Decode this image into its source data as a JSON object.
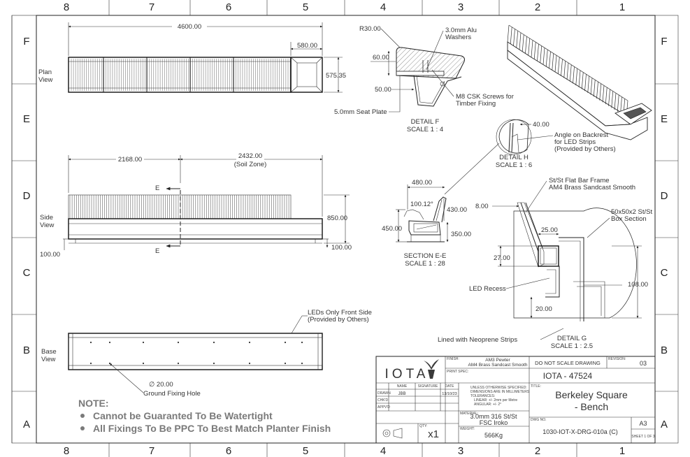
{
  "zones": {
    "columns": [
      "8",
      "7",
      "6",
      "5",
      "4",
      "3",
      "2",
      "1"
    ],
    "rows": [
      "F",
      "E",
      "D",
      "C",
      "B",
      "A"
    ]
  },
  "views": {
    "plan": "Plan\nView",
    "side": "Side\nView",
    "base": "Base\nView"
  },
  "plan_dims": {
    "overall": "4600.00",
    "planter_w": "580.00",
    "depth": "575.35"
  },
  "side_dims": {
    "left": "2168.00",
    "right": "2432.00",
    "right_note": "(Soil Zone)",
    "height": "850.00",
    "base_h": "100.00",
    "base_h_left": "100.00",
    "section_mark": "E"
  },
  "base_notes": {
    "leds": "LEDs Only Front Side",
    "leds_note": "(Provided by Others)",
    "hole_dim": "∅ 20.00",
    "hole_label": "Ground Fixing Hole"
  },
  "detail_f": {
    "radius": "R30.00",
    "washers": "3.0mm Alu",
    "washers2": "Washers",
    "d60": "60.00",
    "d50": "50.00",
    "screws": "M8 CSK Screws for",
    "screws2": "Timber Fixing",
    "plate": "5.0mm Seat Plate",
    "title": "DETAIL F",
    "scale": "SCALE 1 : 4"
  },
  "detail_h": {
    "d40": "40.00",
    "angle1": "Angle on Backrest",
    "angle2": "for LED Strips",
    "angle3": "(Provided by Others)",
    "title": "DETAIL H",
    "scale": "SCALE 1 : 6"
  },
  "section_ee": {
    "d480": "480.00",
    "angle": "100.12°",
    "d430": "430.00",
    "d450": "450.00",
    "d350": "350.00",
    "title": "SECTION E-E",
    "scale": "SCALE 1 : 28"
  },
  "detail_g": {
    "frame1": "St/St Flat Bar Frame",
    "frame2": "AM4 Brass Sandcast Smooth",
    "d8": "8.00",
    "box1": "50x50x2 St/St",
    "box2": "Box Section",
    "d25": "25.00",
    "d27": "27.00",
    "d108": "108.00",
    "d20": "20.00",
    "recess": "LED Recess",
    "neoprene": "Lined with Neoprene Strips",
    "title": "DETAIL G",
    "scale": "SCALE 1 : 2.5"
  },
  "notes": {
    "heading": "NOTE:",
    "items": [
      "Cannot be Guaranted To Be Watertight",
      "All Fixings To Be PPC To Best Match Planter Finish"
    ]
  },
  "title_block": {
    "logo": "IOTA",
    "finish_label": "FINISH:",
    "finish1": "AM3 Pewter",
    "finish2": "AM4 Brass Sandcast Smooth",
    "print_spec": "PRINT SPEC:",
    "no_scale": "DO NOT SCALE DRAWING",
    "revision_label": "REVISION:",
    "revision": "03",
    "project_no": "IOTA - 47524",
    "name_h": "NAME",
    "sig_h": "SIGNATURE",
    "date_h": "DATE",
    "drawn_label": "DRAWN",
    "drawn_name": "JBB",
    "drawn_date": "13/10/23",
    "chkd_label": "CHK'D",
    "appvd_label": "APPV'D",
    "tol1": "UNLESS OTHERWISE SPECIFIED:",
    "tol2": "DIMENSIONS ARE IN MILLIMETERS",
    "tol3": "TOLERANCES:",
    "tol4": "LINEAR: +/- 2mm per Metre",
    "tol5": "ANGULAR: +/- 2°",
    "title_label": "TITLE:",
    "title1": "Berkeley Square",
    "title2": "- Bench",
    "material_label": "MATERIAL:",
    "material1": "3.0mm 316 St/St",
    "material2": "FSC Iroko",
    "qty_label": "QTY:",
    "qty": "x1",
    "weight_label": "WEIGHT:",
    "weight": "566Kg",
    "dwg_label": "DWG NO.",
    "dwg_no": "1030-IOT-X-DRG-010a (C)",
    "size": "A3",
    "sheet": "SHEET 1 OF 3"
  },
  "colors": {
    "line": "#222222",
    "accent": "#7a7a7a",
    "leaf": "#3a3a3a"
  }
}
